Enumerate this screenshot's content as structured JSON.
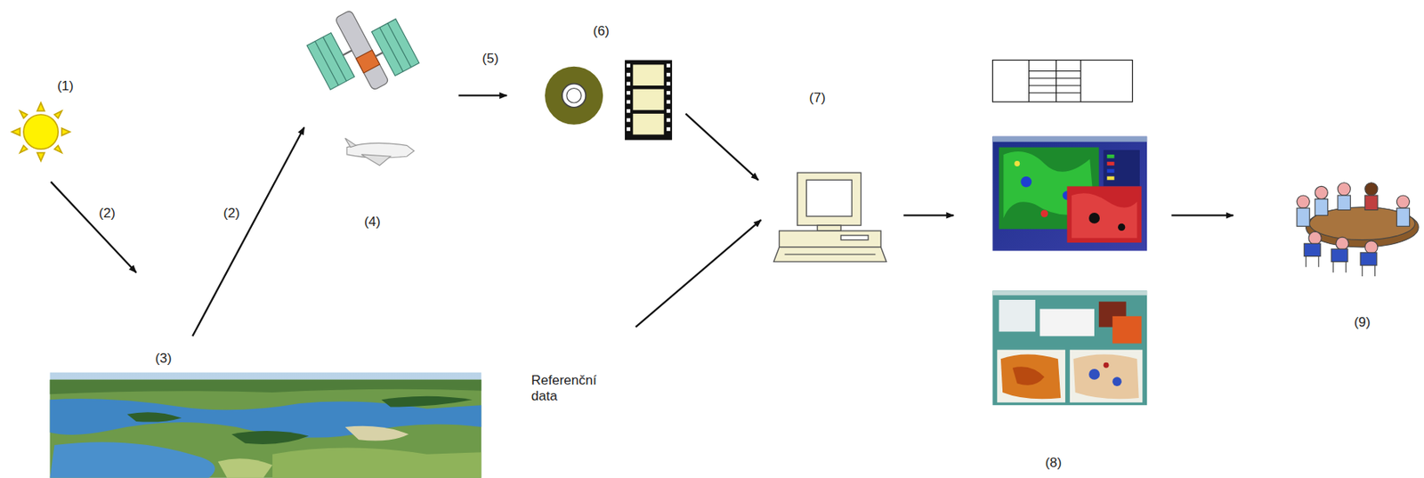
{
  "diagram": {
    "labels": [
      "(1)",
      "(2)",
      "(2)",
      "(3)",
      "(4)",
      "(5)",
      "(6)",
      "(7)",
      "Referenční data",
      "(8)",
      "(9)"
    ]
  }
}
